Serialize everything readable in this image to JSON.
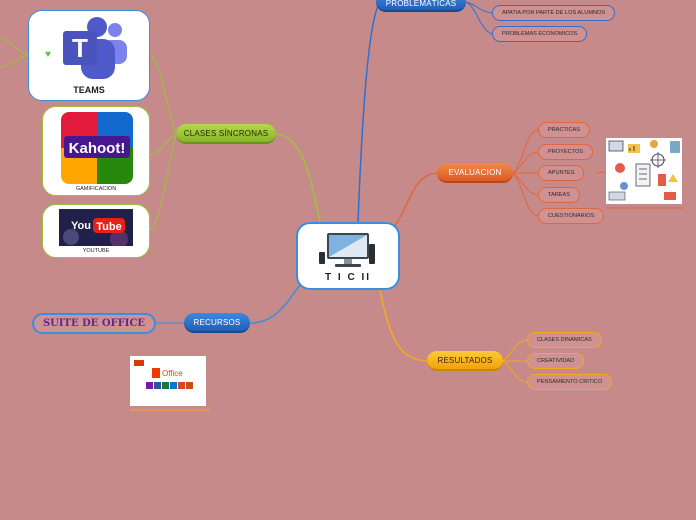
{
  "central": {
    "label": "T I C  II"
  },
  "branches": {
    "problematicas": {
      "label": "PROBLEMÁTICAS",
      "items": [
        "APATIA POR PARTE DE LOS ALUMNOS",
        "PROBLEMAS ECONOMICOS"
      ]
    },
    "evaluacion": {
      "label": "EVALUACION",
      "items": [
        "PRACTICAS",
        "PROYECTOS",
        "APUNTES",
        "TAREAS",
        "CUESTIONARIOS"
      ]
    },
    "resultados": {
      "label": "RESULTADOS",
      "items": [
        "CLASES DINAMICAS",
        "CREATIVIDAD",
        "PENSAMIENTO CRITICO"
      ]
    },
    "clases": {
      "label": "CLASES SÍNCRONAS",
      "items": [
        {
          "logo": "T",
          "label": "TEAMS"
        },
        {
          "logo": "Kahoot!",
          "label": "GAMIFICACION"
        },
        {
          "logo": "YouTube",
          "label": "YOUTUBE"
        }
      ]
    },
    "recursos": {
      "label": "RECURSOS",
      "items": [
        "SUITE DE OFFICE"
      ],
      "office_logo_text": "Office"
    }
  },
  "colors": {
    "background": "#c78a8a",
    "problematicas": "#2f6fd0",
    "evaluacion": "#e2663a",
    "resultados": "#f3aa1b",
    "clases": "#9cc43a",
    "recursos": "#3a8ee0"
  }
}
